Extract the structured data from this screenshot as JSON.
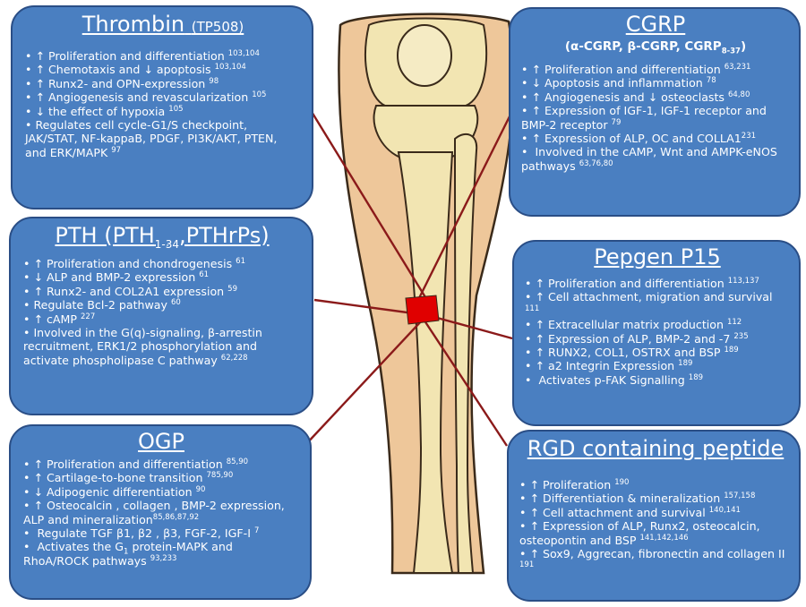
{
  "boxes": {
    "thrombin": {
      "title": "Thrombin",
      "title_suffix": "(TP508)",
      "items": [
        {
          "text": "↑ Proliferation and differentiation",
          "ref": "103,104"
        },
        {
          "text": "↑  Chemotaxis and ↓ apoptosis",
          "ref": "103,104"
        },
        {
          "text": "↑ Runx2- and OPN-expression",
          "ref": "98"
        },
        {
          "text": "↑ Angiogenesis and revascularization",
          "ref": "105"
        },
        {
          "text": "↓  the effect of hypoxia",
          "ref": "105"
        },
        {
          "text": "Regulates cell cycle-G1/S checkpoint, JAK/STAT, NF-kappaB, PDGF, PI3K/AKT, PTEN, and ERK/MAPK",
          "ref": "97"
        }
      ]
    },
    "pth": {
      "title_a": "PTH (PTH",
      "title_sub": "1-34",
      "title_b": ",PTHrPs)",
      "items": [
        {
          "text": "↑ Proliferation and chondrogenesis",
          "ref": "61"
        },
        {
          "text": "↓  ALP and BMP-2 expression",
          "ref": "61"
        },
        {
          "text": "↑ Runx2- and COL2A1 expression",
          "ref": "59"
        },
        {
          "text": "Regulate Bcl-2 pathway",
          "ref": "60"
        },
        {
          "text": "↑ cAMP",
          "ref": "227"
        },
        {
          "text": "Involved in the G(q)-signaling, β-arrestin recruitment, ERK1/2 phosphorylation and activate phospholipase C pathway",
          "ref": "62,228"
        }
      ]
    },
    "ogp": {
      "title": "OGP",
      "items": [
        {
          "text": "↑ Proliferation and differentiation",
          "ref": "85,90"
        },
        {
          "text": "↑ Cartilage-to-bone transition",
          "ref": "785,90"
        },
        {
          "text": "↓  Adipogenic differentiation",
          "ref": "90"
        },
        {
          "text": "↑ Osteocalcin , collagen , BMP-2 expression, ALP and mineralization",
          "ref": "85,86,87,92"
        },
        {
          "text": " Regulate TGF β1, β2 , β3, FGF-2, IGF-I",
          "ref": "7"
        }
      ],
      "last_a": " Activates the G",
      "last_sub": "1",
      "last_b": " protein-MAPK and RhoA/ROCK pathways",
      "last_ref": "93,233"
    },
    "cgrp": {
      "title": "CGRP",
      "subtitle_a": "(α-CGRP, β-CGRP, CGRP",
      "subtitle_sub": "8-37",
      "subtitle_b": ")",
      "items": [
        {
          "text": "↑ Proliferation and differentiation",
          "ref": "63,231"
        },
        {
          "text": "↓ Apoptosis and inflammation",
          "ref": "78"
        },
        {
          "text": "↑ Angiogenesis and ↓ osteoclasts",
          "ref": "64,80"
        },
        {
          "text": "↑ Expression of IGF-1, IGF-1 receptor and BMP-2 receptor",
          "ref": "79"
        },
        {
          "text": "↑ Expression of ALP, OC and COLLA1",
          "ref": "231"
        },
        {
          "text": " Involved in the cAMP, Wnt and AMPK-eNOS pathways",
          "ref": "63,76,80"
        }
      ]
    },
    "pepgen": {
      "title": "Pepgen P15",
      "items": [
        {
          "text": "↑ Proliferation and differentiation",
          "ref": "113,137"
        },
        {
          "text": "↑ Cell attachment, migration and survival",
          "ref": "111"
        },
        {
          "text": "↑ Extracellular matrix production",
          "ref": "112"
        },
        {
          "text": "↑ Expression of ALP, BMP-2 and -7",
          "ref": "235"
        },
        {
          "text": "↑ RUNX2, COL1, OSTRX and BSP",
          "ref": "189"
        },
        {
          "text": "↑ a2 Integrin Expression",
          "ref": "189"
        },
        {
          "text": " Activates p-FAK Signalling",
          "ref": "189"
        }
      ]
    },
    "rgd": {
      "title": "RGD containing peptide",
      "items": [
        {
          "text": "↑ Proliferation",
          "ref": "190"
        },
        {
          "text": "↑ Differentiation & mineralization",
          "ref": "157,158"
        },
        {
          "text": "↑ Cell attachment and survival",
          "ref": "140,141"
        },
        {
          "text": "↑ Expression of ALP, Runx2, osteocalcin, osteopontin and  BSP",
          "ref": "141,142,146"
        },
        {
          "text": "↑ Sox9, Aggrecan, fibronectin and collagen II",
          "ref": "191"
        }
      ]
    }
  },
  "colors": {
    "box_fill": "#4a7fc1",
    "box_border": "#2a4e86",
    "bone_fill": "#f2e5b2",
    "skin_fill": "#eec79a",
    "connector": "#8b1a1a",
    "defect": "#e00000"
  }
}
